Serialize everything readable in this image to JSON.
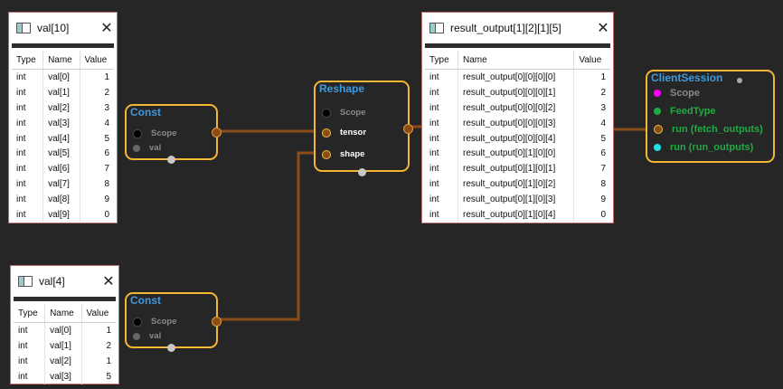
{
  "windows": {
    "val10": {
      "title": "val[10]",
      "headers": [
        "Type",
        "Name",
        "Value"
      ],
      "rows": [
        [
          "int",
          "val[0]",
          "1"
        ],
        [
          "int",
          "val[1]",
          "2"
        ],
        [
          "int",
          "val[2]",
          "3"
        ],
        [
          "int",
          "val[3]",
          "4"
        ],
        [
          "int",
          "val[4]",
          "5"
        ],
        [
          "int",
          "val[5]",
          "6"
        ],
        [
          "int",
          "val[6]",
          "7"
        ],
        [
          "int",
          "val[7]",
          "8"
        ],
        [
          "int",
          "val[8]",
          "9"
        ],
        [
          "int",
          "val[9]",
          "0"
        ]
      ]
    },
    "val4": {
      "title": "val[4]",
      "headers": [
        "Type",
        "Name",
        "Value"
      ],
      "rows": [
        [
          "int",
          "val[0]",
          "1"
        ],
        [
          "int",
          "val[1]",
          "2"
        ],
        [
          "int",
          "val[2]",
          "1"
        ],
        [
          "int",
          "val[3]",
          "5"
        ]
      ]
    },
    "result": {
      "title": "result_output[1][2][1][5]",
      "headers": [
        "Type",
        "Name",
        "Value"
      ],
      "rows": [
        [
          "int",
          "result_output[0][0][0][0]",
          "1"
        ],
        [
          "int",
          "result_output[0][0][0][1]",
          "2"
        ],
        [
          "int",
          "result_output[0][0][0][2]",
          "3"
        ],
        [
          "int",
          "result_output[0][0][0][3]",
          "4"
        ],
        [
          "int",
          "result_output[0][0][0][4]",
          "5"
        ],
        [
          "int",
          "result_output[0][1][0][0]",
          "6"
        ],
        [
          "int",
          "result_output[0][1][0][1]",
          "7"
        ],
        [
          "int",
          "result_output[0][1][0][2]",
          "8"
        ],
        [
          "int",
          "result_output[0][1][0][3]",
          "9"
        ],
        [
          "int",
          "result_output[0][1][0][4]",
          "0"
        ]
      ]
    }
  },
  "nodes": {
    "const1": {
      "title": "Const",
      "ports": [
        "Scope",
        "val"
      ]
    },
    "const2": {
      "title": "Const",
      "ports": [
        "Scope",
        "val"
      ]
    },
    "reshape": {
      "title": "Reshape",
      "ports": [
        "Scope",
        "tensor",
        "shape"
      ]
    },
    "client": {
      "title": "ClientSession",
      "ports": [
        "Scope",
        "FeedType",
        "run (fetch_outputs)",
        "run (run_outputs)"
      ]
    }
  },
  "colors": {
    "node_border": "#f2b632",
    "node_title": "#3c9be0",
    "wire": "#8a4d1a",
    "scope_pink": "#ff00ff",
    "feed_green": "#22aa44",
    "run_cyan": "#1ee0e8"
  }
}
